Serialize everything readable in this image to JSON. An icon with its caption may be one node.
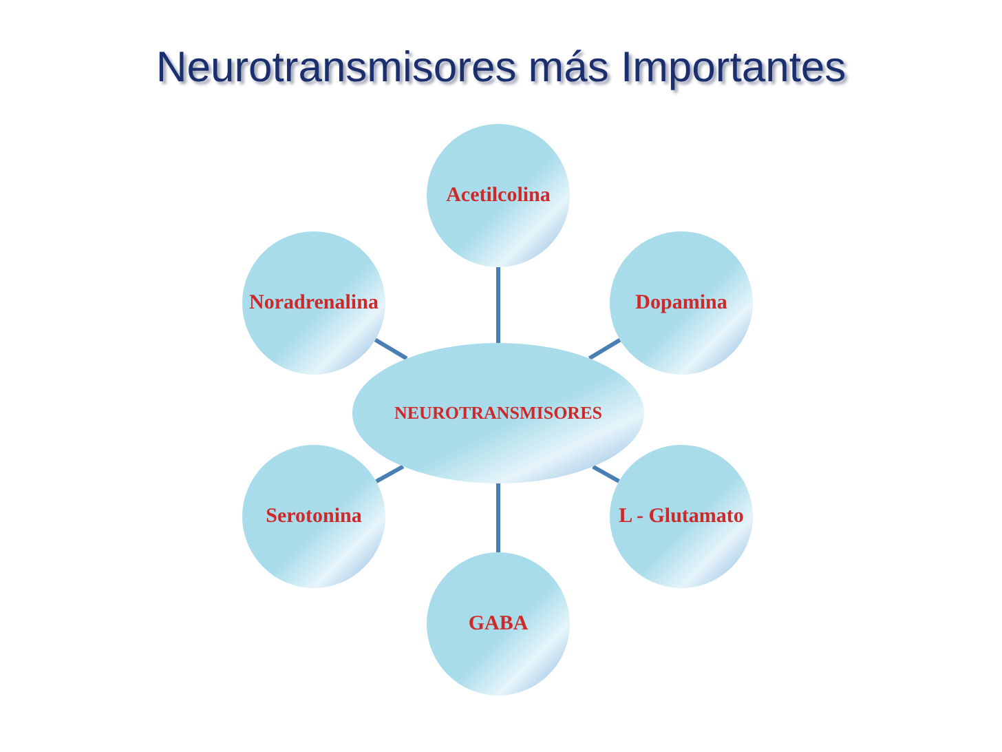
{
  "diagram": {
    "title": "Neurotransmisores más Importantes",
    "nodes": [
      {
        "text": [
          "NEUROTRANSMISORES"
        ]
      },
      {
        "text": [
          "Acetilcolina"
        ]
      },
      {
        "text": [
          "Dopamina"
        ]
      },
      {
        "text": [
          "L - Glutamato"
        ]
      },
      {
        "text": [
          "GABA"
        ]
      },
      {
        "text": [
          "Serotonina"
        ]
      },
      {
        "text": [
          "Noradrenalina"
        ]
      }
    ],
    "edges": [
      {
        "from": 0,
        "to": 1,
        "arrow": "none"
      },
      {
        "from": 0,
        "to": 2,
        "arrow": "none"
      },
      {
        "from": 0,
        "to": 3,
        "arrow": "none"
      },
      {
        "from": 0,
        "to": 4,
        "arrow": "none"
      },
      {
        "from": 0,
        "to": 5,
        "arrow": "none"
      },
      {
        "from": 0,
        "to": 6,
        "arrow": "none"
      }
    ]
  }
}
